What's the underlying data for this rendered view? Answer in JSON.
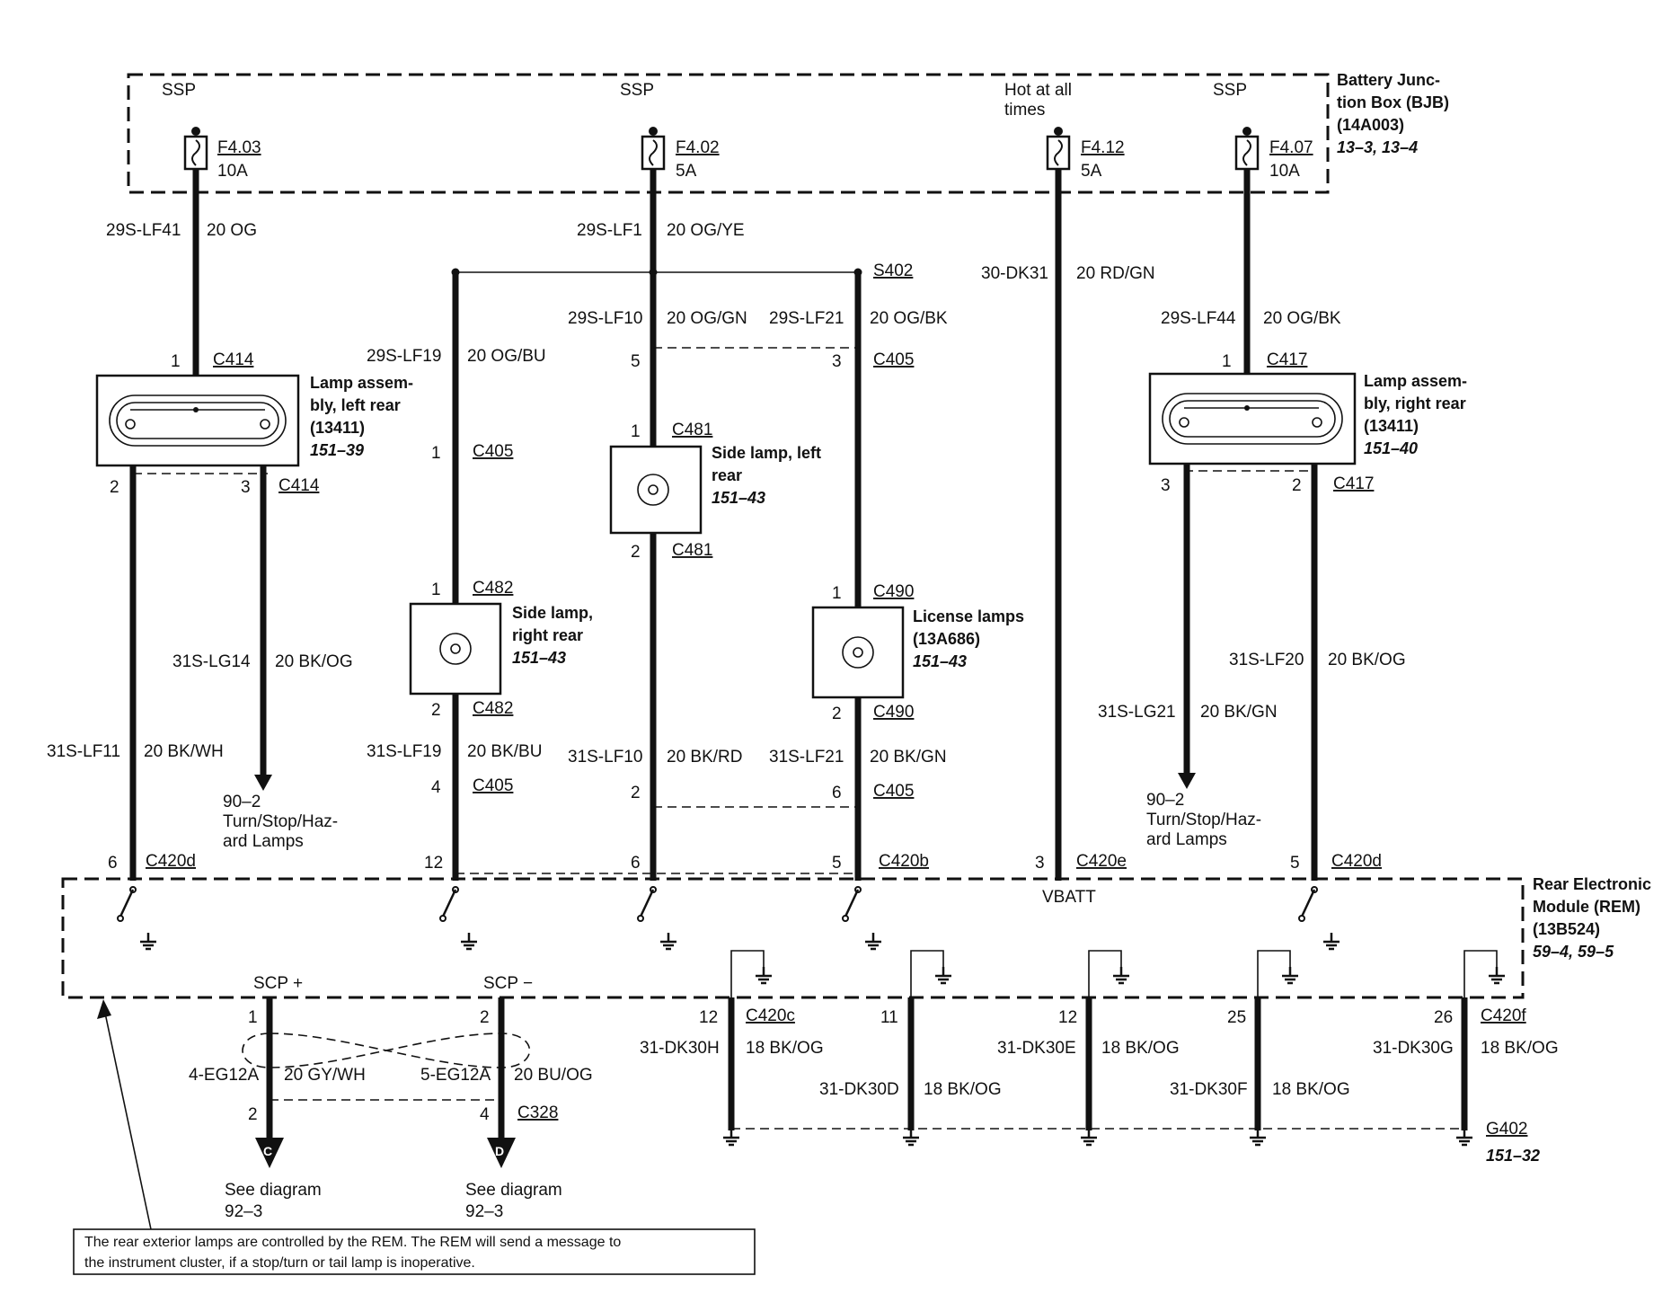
{
  "bjb": {
    "title_1": "Battery Junc-",
    "title_2": "tion Box (BJB)",
    "part": "(14A003)",
    "ref": "13–3, 13–4",
    "ssp_1": "SSP",
    "ssp_2": "SSP",
    "hot_1": "Hot at all",
    "hot_2": "times",
    "ssp_3": "SSP",
    "fuses": [
      {
        "id": "F4.03",
        "rating": "10A"
      },
      {
        "id": "F4.02",
        "rating": "5A"
      },
      {
        "id": "F4.12",
        "rating": "5A"
      },
      {
        "id": "F4.07",
        "rating": "10A"
      }
    ]
  },
  "wires": {
    "w1": {
      "circuit": "29S-LF41",
      "color": "20 OG"
    },
    "w2": {
      "circuit": "29S-LF1",
      "color": "20 OG/YE"
    },
    "w3": {
      "circuit": "30-DK31",
      "color": "20 RD/GN"
    },
    "w4": {
      "circuit": "29S-LF44",
      "color": "20 OG/BK"
    },
    "w5": {
      "circuit": "29S-LF10",
      "color": "20 OG/GN"
    },
    "w6": {
      "circuit": "29S-LF21",
      "color": "20 OG/BK"
    },
    "w7": {
      "circuit": "29S-LF19",
      "color": "20 OG/BU"
    },
    "w8": {
      "circuit": "31S-LG14",
      "color": "20 BK/OG"
    },
    "w9": {
      "circuit": "31S-LF11",
      "color": "20 BK/WH"
    },
    "w10": {
      "circuit": "31S-LF19",
      "color": "20 BK/BU"
    },
    "w11": {
      "circuit": "31S-LF10",
      "color": "20 BK/RD"
    },
    "w12": {
      "circuit": "31S-LF21",
      "color": "20 BK/GN"
    },
    "w13": {
      "circuit": "31S-LF20",
      "color": "20 BK/OG"
    },
    "w14": {
      "circuit": "31S-LG21",
      "color": "20 BK/GN"
    },
    "w15": {
      "circuit": "4-EG12A",
      "color": "20 GY/WH"
    },
    "w16": {
      "circuit": "5-EG12A",
      "color": "20 BU/OG"
    },
    "g1": {
      "circuit": "31-DK30H",
      "color": "18 BK/OG"
    },
    "g2": {
      "circuit": "31-DK30D",
      "color": "18 BK/OG"
    },
    "g3": {
      "circuit": "31-DK30E",
      "color": "18 BK/OG"
    },
    "g4": {
      "circuit": "31-DK30F",
      "color": "18 BK/OG"
    },
    "g5": {
      "circuit": "31-DK30G",
      "color": "18 BK/OG"
    }
  },
  "splice": "S402",
  "connectors": {
    "c414": "C414",
    "c417": "C417",
    "c405": "C405",
    "c481": "C481",
    "c482": "C482",
    "c490": "C490",
    "c420d": "C420d",
    "c420b": "C420b",
    "c420e": "C420e",
    "c420c": "C420c",
    "c420f": "C420f",
    "c328": "C328",
    "g402": "G402",
    "g402_ref": "151–32"
  },
  "pins": {
    "p1": "1",
    "p2": "2",
    "p3": "3",
    "p4": "4",
    "p5": "5",
    "p6": "6",
    "p11": "11",
    "p12": "12",
    "p25": "25",
    "p26": "26"
  },
  "components": {
    "lamp_left": {
      "l1": "Lamp assem-",
      "l2": "bly, left rear",
      "l3": "(13411)",
      "ref": "151–39"
    },
    "lamp_right": {
      "l1": "Lamp assem-",
      "l2": "bly, right rear",
      "l3": "(13411)",
      "ref": "151–40"
    },
    "side_left": {
      "l1": "Side lamp, left",
      "l2": "rear",
      "ref": "151–43"
    },
    "side_right": {
      "l1": "Side lamp,",
      "l2": "right rear",
      "ref": "151–43"
    },
    "license": {
      "l1": "License lamps",
      "l2": "(13A686)",
      "ref": "151–43"
    }
  },
  "turn_refs": {
    "ref": "90–2",
    "l1": "Turn/Stop/Haz-",
    "l2": "ard Lamps"
  },
  "rem": {
    "title_1": "Rear Electronic",
    "title_2": "Module (REM)",
    "part": "(13B524)",
    "ref": "59–4, 59–5",
    "vbatt": "VBATT",
    "scp_plus": "SCP +",
    "scp_minus": "SCP −"
  },
  "see_diagram": {
    "text": "See diagram",
    "ref": "92–3",
    "c": "C",
    "d": "D"
  },
  "note": {
    "line1": "The rear exterior lamps are controlled by the REM. The REM will send a message to",
    "line2": "the instrument cluster, if a stop/turn or tail lamp is inoperative."
  }
}
